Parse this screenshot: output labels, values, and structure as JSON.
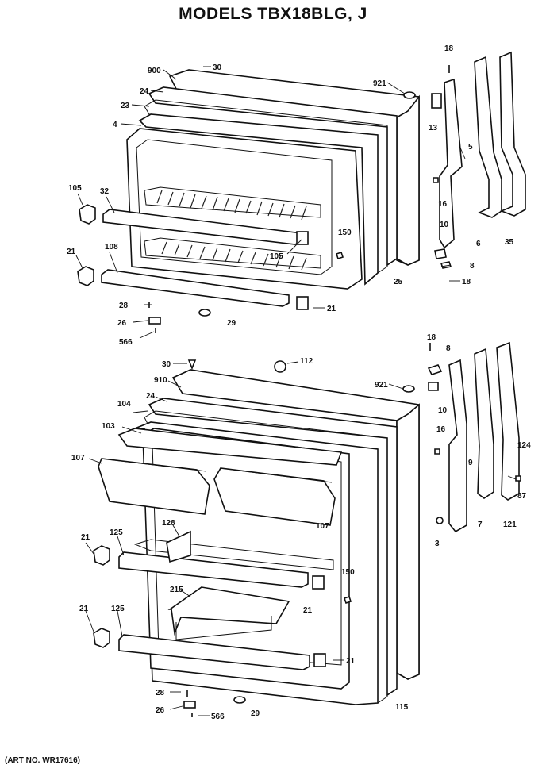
{
  "title": "MODELS TBX18BLG, J",
  "art_number": "(ART NO. WR17616)",
  "upper_door_labels": [
    "900",
    "30",
    "24",
    "23",
    "4",
    "921",
    "18",
    "13",
    "5",
    "105",
    "32",
    "16",
    "10",
    "6",
    "35",
    "150",
    "105",
    "21",
    "108",
    "8",
    "25",
    "18",
    "28",
    "21",
    "26",
    "29",
    "566"
  ],
  "lower_door_labels": [
    "30",
    "112",
    "910",
    "921",
    "18",
    "8",
    "24",
    "104",
    "10",
    "103",
    "16",
    "107",
    "124",
    "9",
    "87",
    "107",
    "7",
    "121",
    "128",
    "3",
    "21",
    "125",
    "150",
    "215",
    "21",
    "21",
    "125",
    "21",
    "115",
    "28",
    "26",
    "566",
    "29"
  ]
}
